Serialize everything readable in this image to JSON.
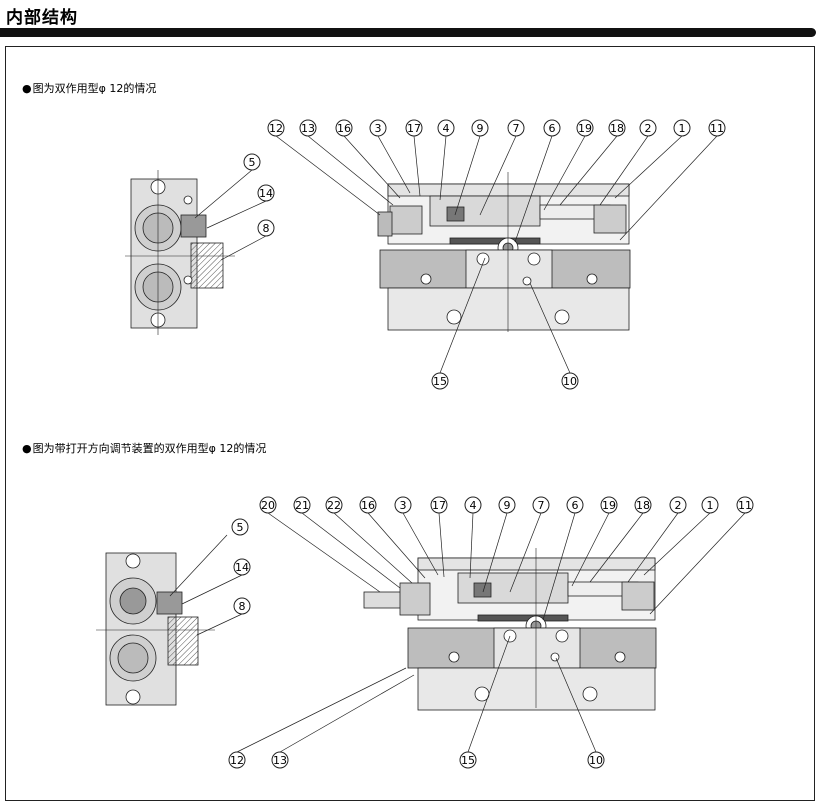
{
  "page_title": "内部结构",
  "caption_1": "图为双作用型φ 12的情况",
  "caption_2": "图为带打开方向调节装置的双作用型φ 12的情况",
  "callouts": {
    "c1": "1",
    "c2": "2",
    "c3": "3",
    "c4": "4",
    "c5": "5",
    "c6": "6",
    "c7": "7",
    "c8": "8",
    "c9": "9",
    "c10": "10",
    "c11": "11",
    "c12": "12",
    "c13": "13",
    "c14": "14",
    "c15": "15",
    "c16": "16",
    "c17": "17",
    "c18": "18",
    "c19": "19",
    "c20": "20",
    "c21": "21",
    "c22": "22"
  }
}
